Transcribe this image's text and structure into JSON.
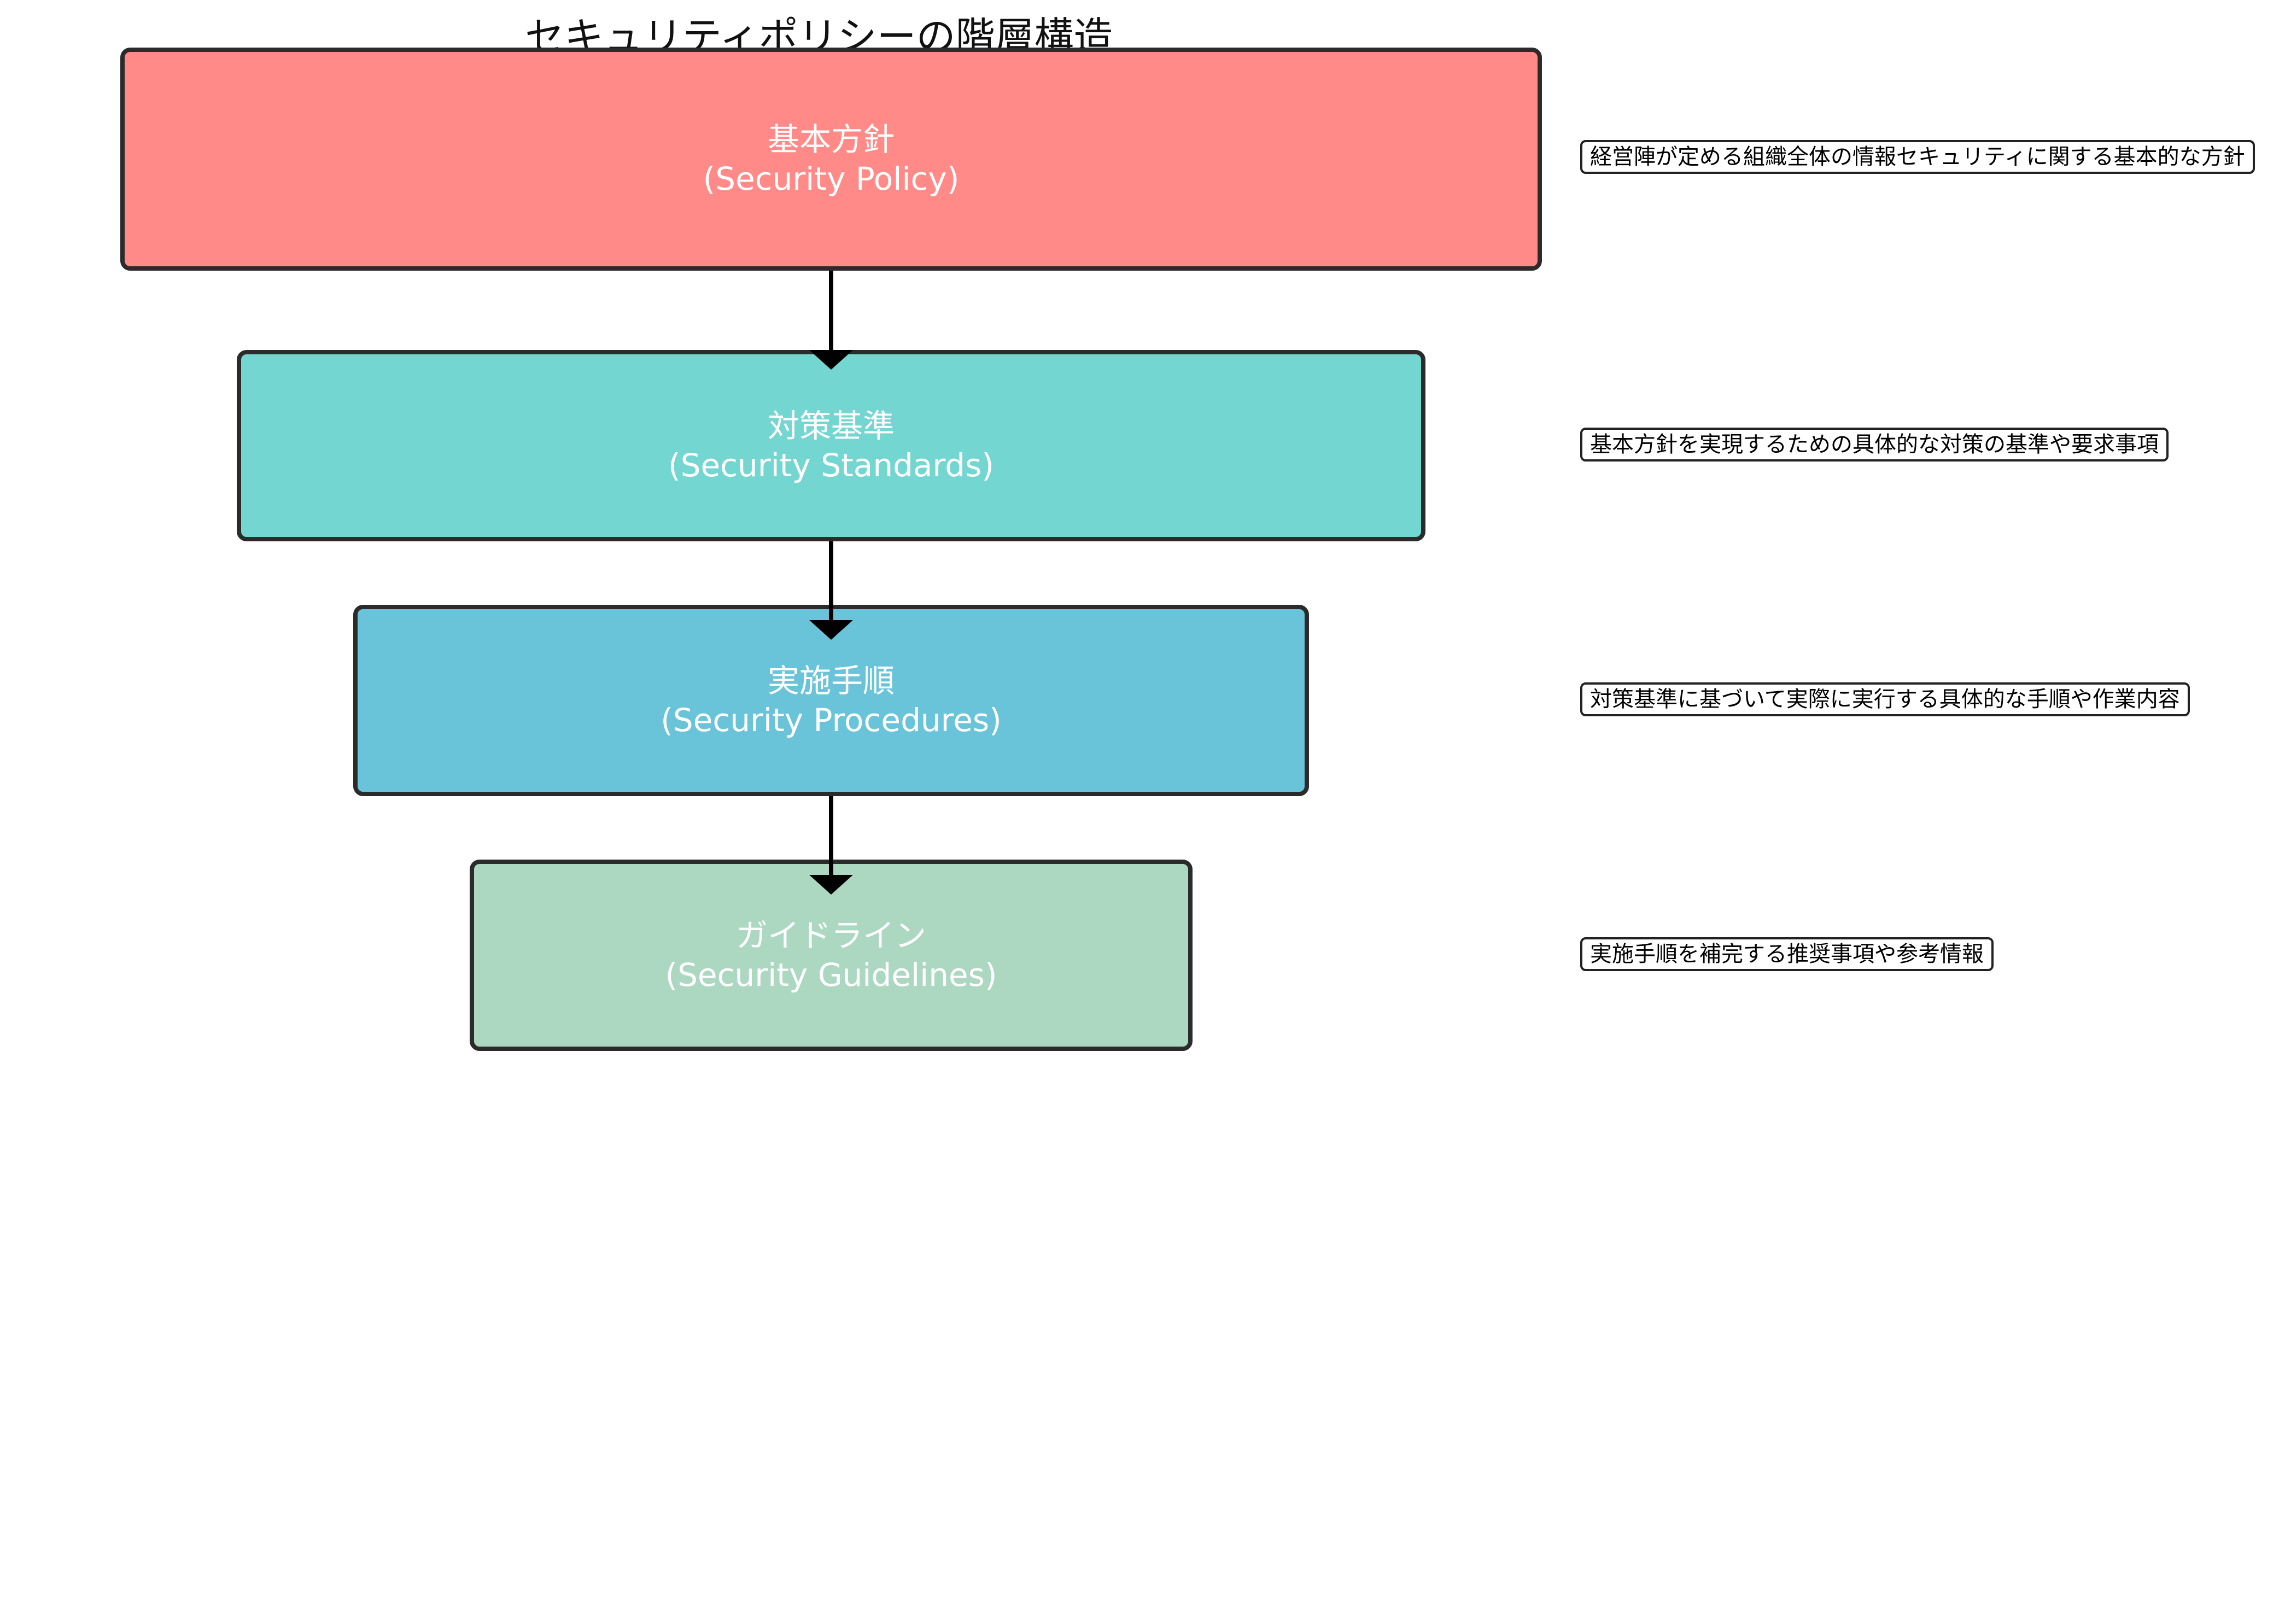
{
  "title": "セキュリティポリシーの階層構造",
  "levels": [
    {
      "label_jp": "基本方針",
      "label_en": "(Security Policy)",
      "description": "経営陣が定める組織全体の情報セキュリティに関する基本的な方針",
      "color": "#FF8A87"
    },
    {
      "label_jp": "対策基準",
      "label_en": "(Security Standards)",
      "description": "基本方針を実現するための具体的な対策の基準や要求事項",
      "color": "#74D6D0"
    },
    {
      "label_jp": "実施手順",
      "label_en": "(Security Procedures)",
      "description": "対策基準に基づいて実際に実行する具体的な手順や作業内容",
      "color": "#69C4DA"
    },
    {
      "label_jp": "ガイドライン",
      "label_en": "(Security Guidelines)",
      "description": "実施手順を補完する推奨事項や参考情報",
      "color": "#ACD8C2"
    }
  ]
}
